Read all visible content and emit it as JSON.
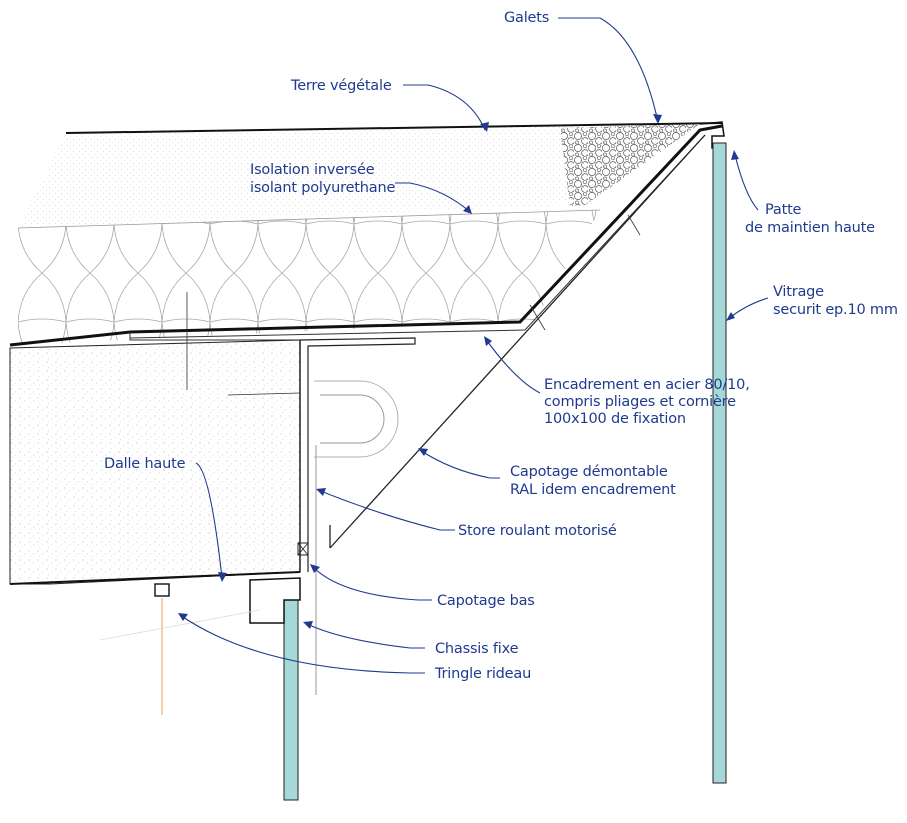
{
  "colors": {
    "label": "#1f3a8f",
    "line": "#1a1a1a",
    "glass": "#a7d8d8",
    "concrete_dots": "#c9c9c9",
    "insulation_line": "#9a9a9a",
    "pebble_line": "#555555"
  },
  "labels": {
    "galets": "Galets",
    "terre_vegetale": "Terre végétale",
    "isolation_1": "Isolation inversée",
    "isolation_2": "isolant polyurethane",
    "patte_1": "Patte",
    "patte_2": "de maintien haute",
    "vitrage_1": "Vitrage",
    "vitrage_2": "securit ep.10 mm",
    "encadrement_1": "Encadrement en acier 80/10,",
    "encadrement_2": "compris pliages et cornière",
    "encadrement_3": "100x100 de fixation",
    "dalle_haute": "Dalle haute",
    "capotage_demontable_1": "Capotage démontable",
    "capotage_demontable_2": "RAL idem encadrement",
    "store_roulant": "Store roulant motorisé",
    "capotage_bas": "Capotage bas",
    "chassis_fixe": "Chassis fixe",
    "tringle_rideau": "Tringle rideau"
  }
}
